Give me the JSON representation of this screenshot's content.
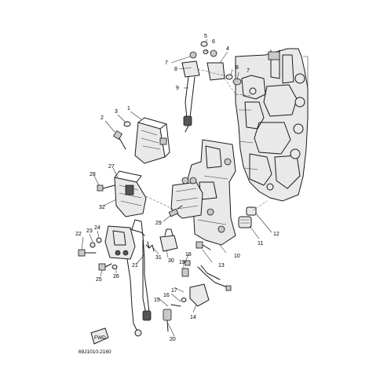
{
  "diagram": {
    "part_code": "69J1010-2160",
    "fwd_badge": "FWD",
    "callouts": [
      "1",
      "2",
      "3",
      "4",
      "5",
      "6",
      "7",
      "7",
      "8",
      "8",
      "9",
      "10",
      "11",
      "12",
      "13",
      "14",
      "15",
      "16",
      "17",
      "18",
      "19",
      "20",
      "21",
      "22",
      "23",
      "24",
      "25",
      "26",
      "27",
      "28",
      "29",
      "30",
      "31",
      "32"
    ]
  }
}
